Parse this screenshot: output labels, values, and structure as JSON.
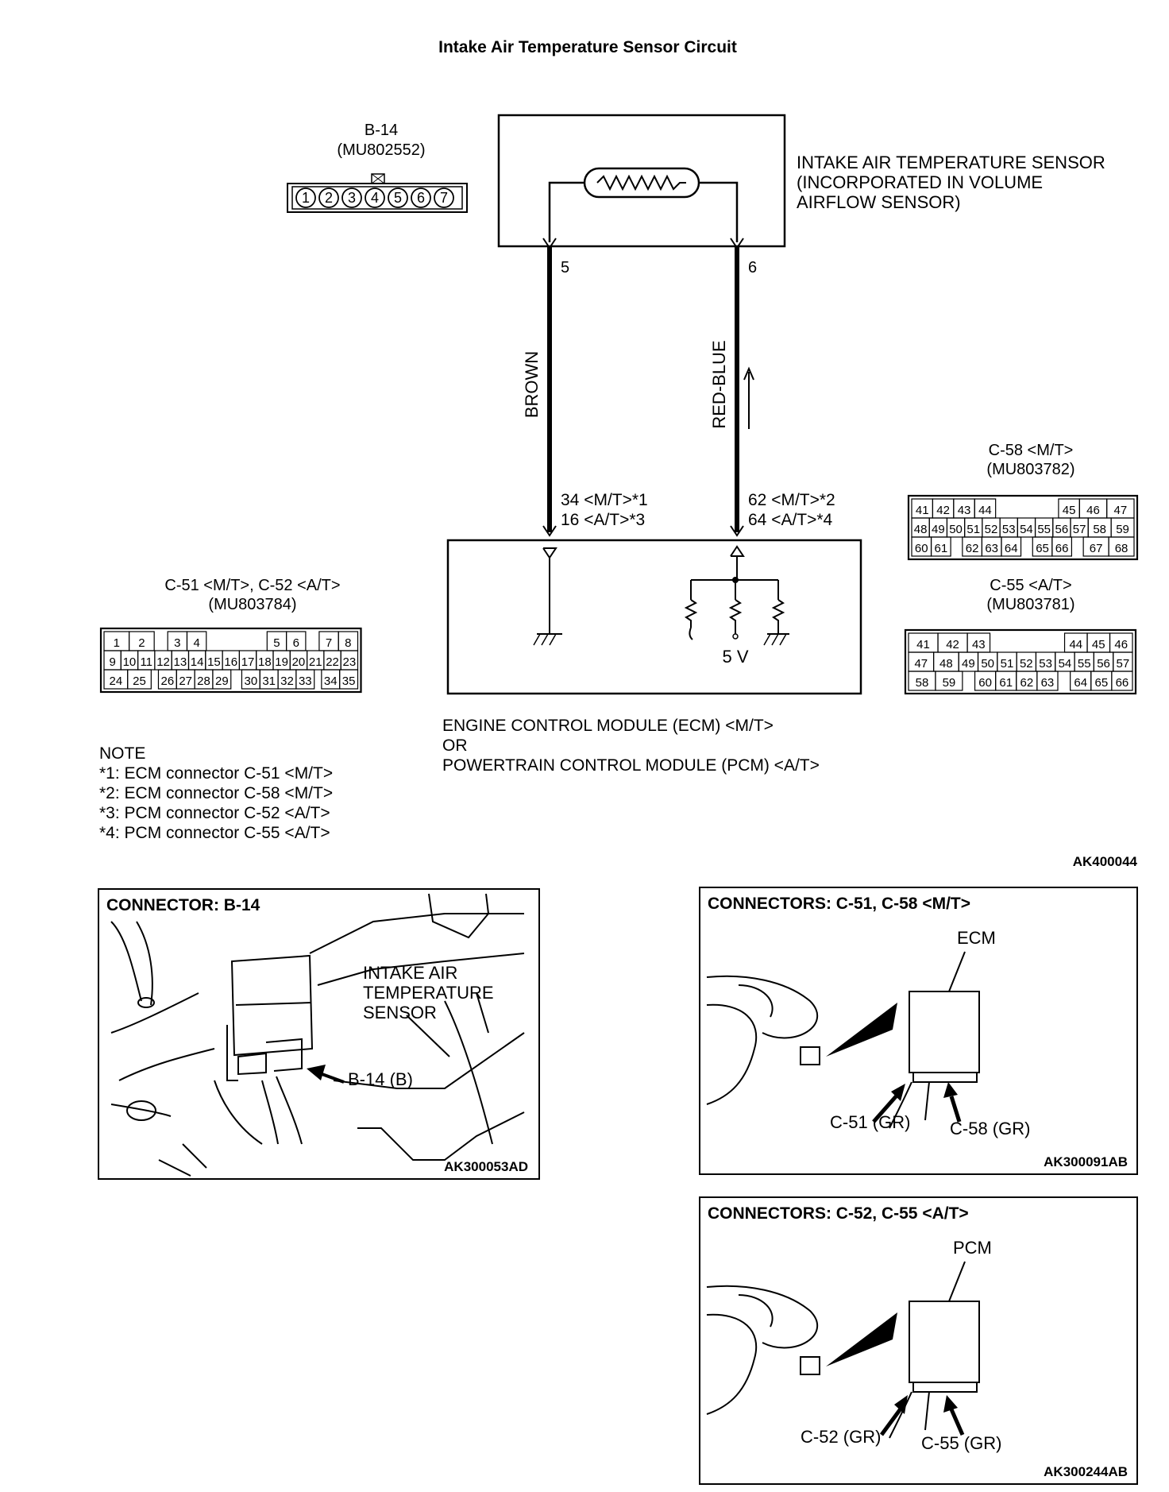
{
  "title": "Intake Air Temperature Sensor Circuit",
  "b14": {
    "id": "B-14",
    "part": "(MU802552)",
    "pins": [
      "1",
      "2",
      "3",
      "4",
      "5",
      "6",
      "7"
    ]
  },
  "sensor": {
    "lines": [
      "INTAKE AIR TEMPERATURE SENSOR",
      "(INCORPORATED IN VOLUME",
      "AIRFLOW SENSOR)"
    ],
    "pin_left": "5",
    "pin_right": "6"
  },
  "wires": {
    "left": "BROWN",
    "right": "RED-BLUE"
  },
  "ecm_pins": {
    "left_l1": "34 <M/T>*1",
    "left_l2": "16 <A/T>*3",
    "right_l1": "62 <M/T>*2",
    "right_l2": "64 <A/T>*4",
    "voltage": "5 V"
  },
  "ecm_label": [
    "ENGINE CONTROL MODULE (ECM) <M/T>",
    "OR",
    "POWERTRAIN CONTROL MODULE (PCM) <A/T>"
  ],
  "c51": {
    "id": "C-51 <M/T>, C-52 <A/T>",
    "part": "(MU803784)",
    "rows": [
      [
        "1",
        "2",
        "",
        "3",
        "4",
        "",
        "",
        "",
        "",
        "5",
        "6",
        "",
        "7",
        "8"
      ],
      [
        "9",
        "10",
        "11",
        "12",
        "13",
        "14",
        "15",
        "16",
        "17",
        "18",
        "19",
        "20",
        "21",
        "22",
        "23"
      ],
      [
        "24",
        "25",
        "",
        "26",
        "27",
        "28",
        "29",
        "",
        "30",
        "31",
        "32",
        "33",
        "",
        "34",
        "35"
      ]
    ]
  },
  "c58": {
    "id": "C-58 <M/T>",
    "part": "(MU803782)",
    "rows": [
      [
        "41",
        "42",
        "43",
        "44",
        "",
        "",
        "",
        "",
        "",
        "45",
        "46",
        "47"
      ],
      [
        "48",
        "49",
        "50",
        "51",
        "52",
        "53",
        "54",
        "55",
        "56",
        "57",
        "58",
        "59"
      ],
      [
        "60",
        "61",
        "",
        "62",
        "63",
        "64",
        "",
        "65",
        "66",
        "",
        "67",
        "68"
      ]
    ]
  },
  "c55": {
    "id": "C-55 <A/T>",
    "part": "(MU803781)",
    "rows": [
      [
        "41",
        "42",
        "43",
        "",
        "",
        "",
        "",
        "44",
        "45",
        "46"
      ],
      [
        "47",
        "48",
        "49",
        "50",
        "51",
        "52",
        "53",
        "54",
        "55",
        "56",
        "57"
      ],
      [
        "58",
        "59",
        "",
        "60",
        "61",
        "62",
        "63",
        "",
        "64",
        "65",
        "66"
      ]
    ]
  },
  "note": {
    "heading": "NOTE",
    "items": [
      "*1: ECM connector C-51 <M/T>",
      "*2: ECM connector C-58 <M/T>",
      "*3: PCM connector C-52 <A/T>",
      "*4: PCM connector C-55 <A/T>"
    ]
  },
  "diagram_code": "AK400044",
  "panel_b14": {
    "title": "CONNECTOR: B-14",
    "label": [
      "INTAKE AIR",
      "TEMPERATURE",
      "SENSOR"
    ],
    "pointer": "B-14 (B)",
    "code": "AK300053AD"
  },
  "panel_mt": {
    "title": "CONNECTORS: C-51, C-58 <M/T>",
    "module": "ECM",
    "left": "C-51 (GR)",
    "right": "C-58 (GR)",
    "code": "AK300091AB"
  },
  "panel_at": {
    "title": "CONNECTORS: C-52, C-55 <A/T>",
    "module": "PCM",
    "left": "C-52 (GR)",
    "right": "C-55 (GR)",
    "code": "AK300244AB"
  }
}
